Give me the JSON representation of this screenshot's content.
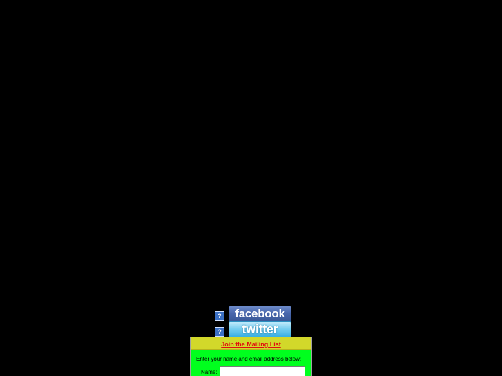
{
  "social": {
    "facebook_label": "facebook",
    "twitter_label": "twitter",
    "broken_image_glyph": "?"
  },
  "mailing_list": {
    "header_link": "Join the Mailing List",
    "instructions": "Enter your name and email address below:",
    "name_label": "Name:",
    "name_value": ""
  },
  "colors": {
    "background": "#000000",
    "mail_box_bg": "#00ff1e",
    "mail_header_bg": "#d2d82a",
    "header_link": "#e01010",
    "facebook": "#3b5998",
    "twitter": "#38aee3"
  }
}
